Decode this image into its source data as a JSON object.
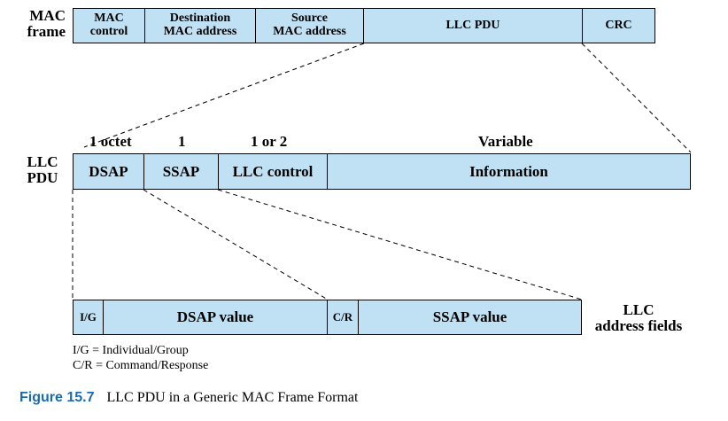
{
  "colors": {
    "fill": "#bfe1f3",
    "stroke": "#000000",
    "caption_accent": "#1a6ab0"
  },
  "mac_frame": {
    "label_line1": "MAC",
    "label_line2": "frame",
    "fields": [
      {
        "line1": "MAC",
        "line2": "control"
      },
      {
        "line1": "Destination",
        "line2": "MAC address"
      },
      {
        "line1": "Source",
        "line2": "MAC address"
      },
      {
        "line1": "LLC PDU",
        "line2": ""
      },
      {
        "line1": "CRC",
        "line2": ""
      }
    ]
  },
  "llc_pdu": {
    "label_line1": "LLC",
    "label_line2": "PDU",
    "sizes": [
      "1 octet",
      "1",
      "1 or 2",
      "Variable"
    ],
    "fields": [
      "DSAP",
      "SSAP",
      "LLC control",
      "Information"
    ]
  },
  "address_fields": {
    "label_line1": "LLC",
    "label_line2": "address fields",
    "fields": [
      "I/G",
      "DSAP value",
      "C/R",
      "SSAP value"
    ]
  },
  "legend": [
    "I/G = Individual/Group",
    "C/R = Command/Response"
  ],
  "caption": {
    "number": "Figure 15.7",
    "text": "LLC PDU in a Generic MAC Frame Format"
  }
}
